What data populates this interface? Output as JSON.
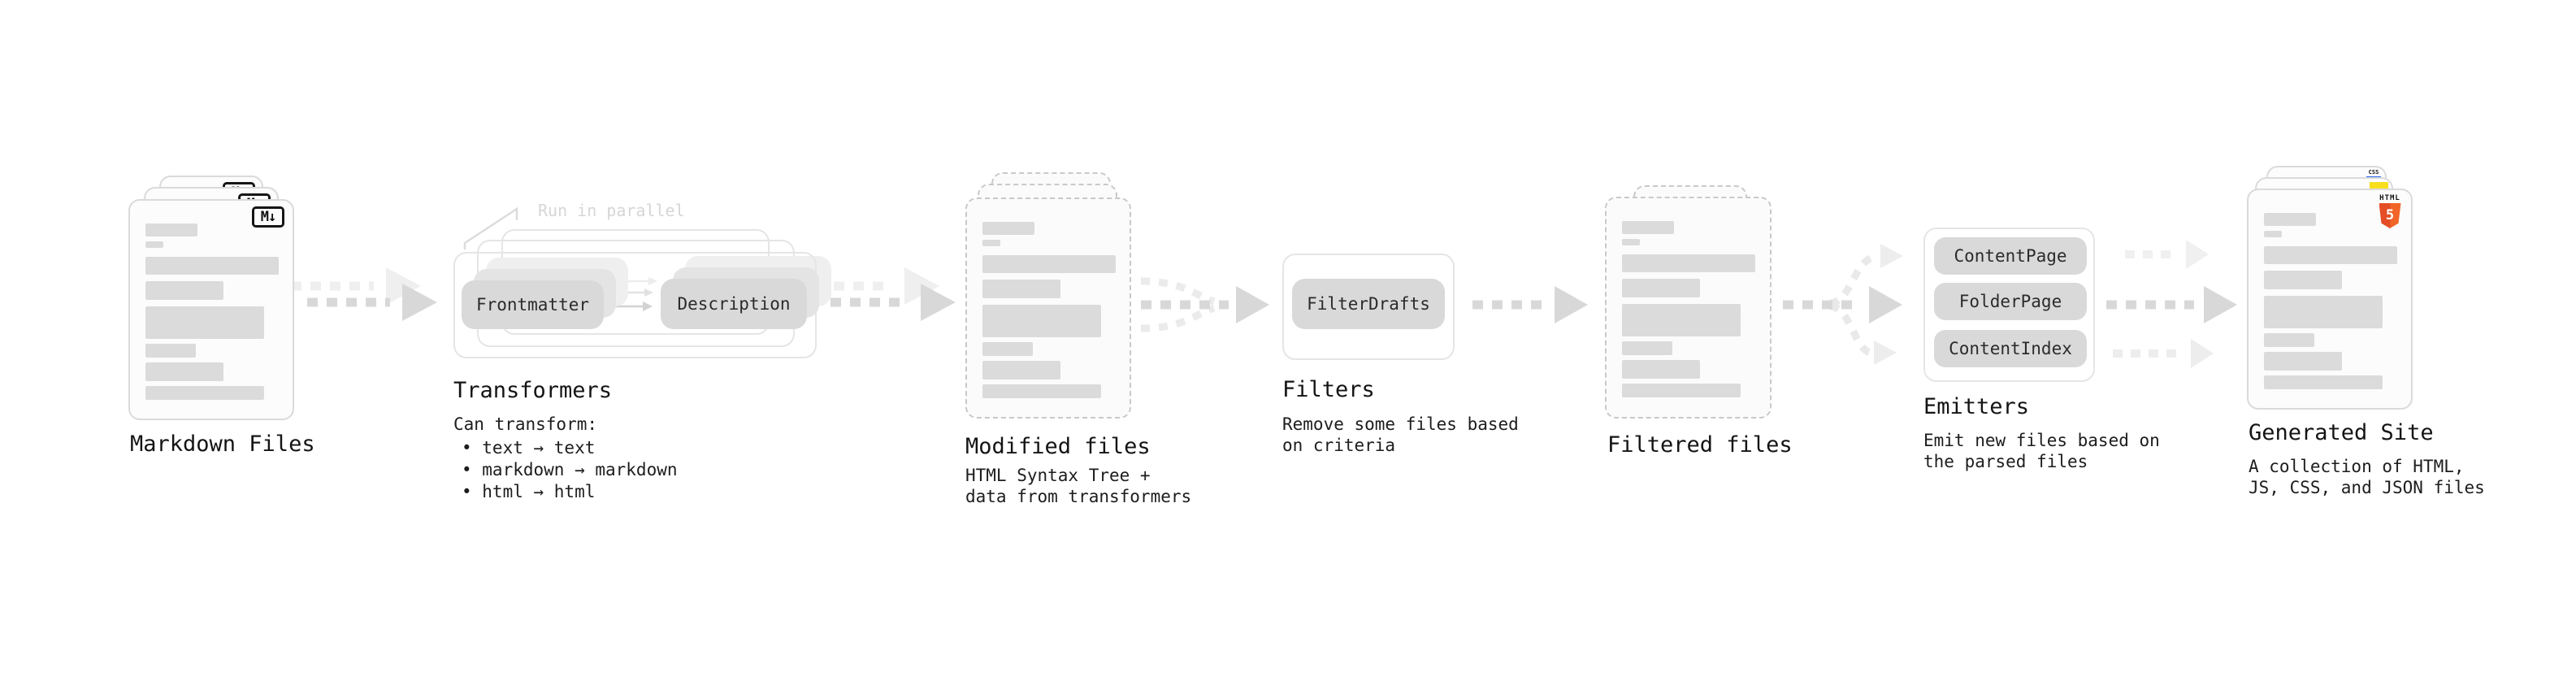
{
  "stages": {
    "markdown": {
      "label": "Markdown Files",
      "badge": "M↓"
    },
    "transformers": {
      "label": "Transformers",
      "note": "Run in parallel",
      "pill_from": "Frontmatter",
      "pill_to": "Description",
      "sub_title": "Can transform:",
      "bullets": [
        "• text → text",
        "• markdown → markdown",
        "• html → html"
      ]
    },
    "modified": {
      "label": "Modified files",
      "sub": "HTML Syntax Tree +\ndata from transformers"
    },
    "filters": {
      "label": "Filters",
      "pill": "FilterDrafts",
      "sub": "Remove some files based\non criteria"
    },
    "filtered": {
      "label": "Filtered files"
    },
    "emitters": {
      "label": "Emitters",
      "pills": [
        "ContentPage",
        "FolderPage",
        "ContentIndex"
      ],
      "sub": "Emit new files based on\nthe parsed files"
    },
    "generated": {
      "label": "Generated Site",
      "sub": "A collection of HTML,\nJS, CSS, and JSON files",
      "html_logo_word": "HTML",
      "html_logo_number": "5",
      "css_label": "CSS"
    }
  },
  "connections": [
    "Markdown Files → Transformers",
    "Transformers → Modified files",
    "Modified files → Filters",
    "Filters → Filtered files",
    "Filtered files → Emitters",
    "Emitters → Generated Site"
  ],
  "colors": {
    "html5_orange": "#e44d26",
    "html5_orange_light": "#f16529",
    "js_yellow": "#f7df1e",
    "css_blue": "#2965f1",
    "skeleton_gray": "#dbdbdb",
    "arrow_gray": "#d8d8d8",
    "ghost_gray": "#ededed"
  }
}
